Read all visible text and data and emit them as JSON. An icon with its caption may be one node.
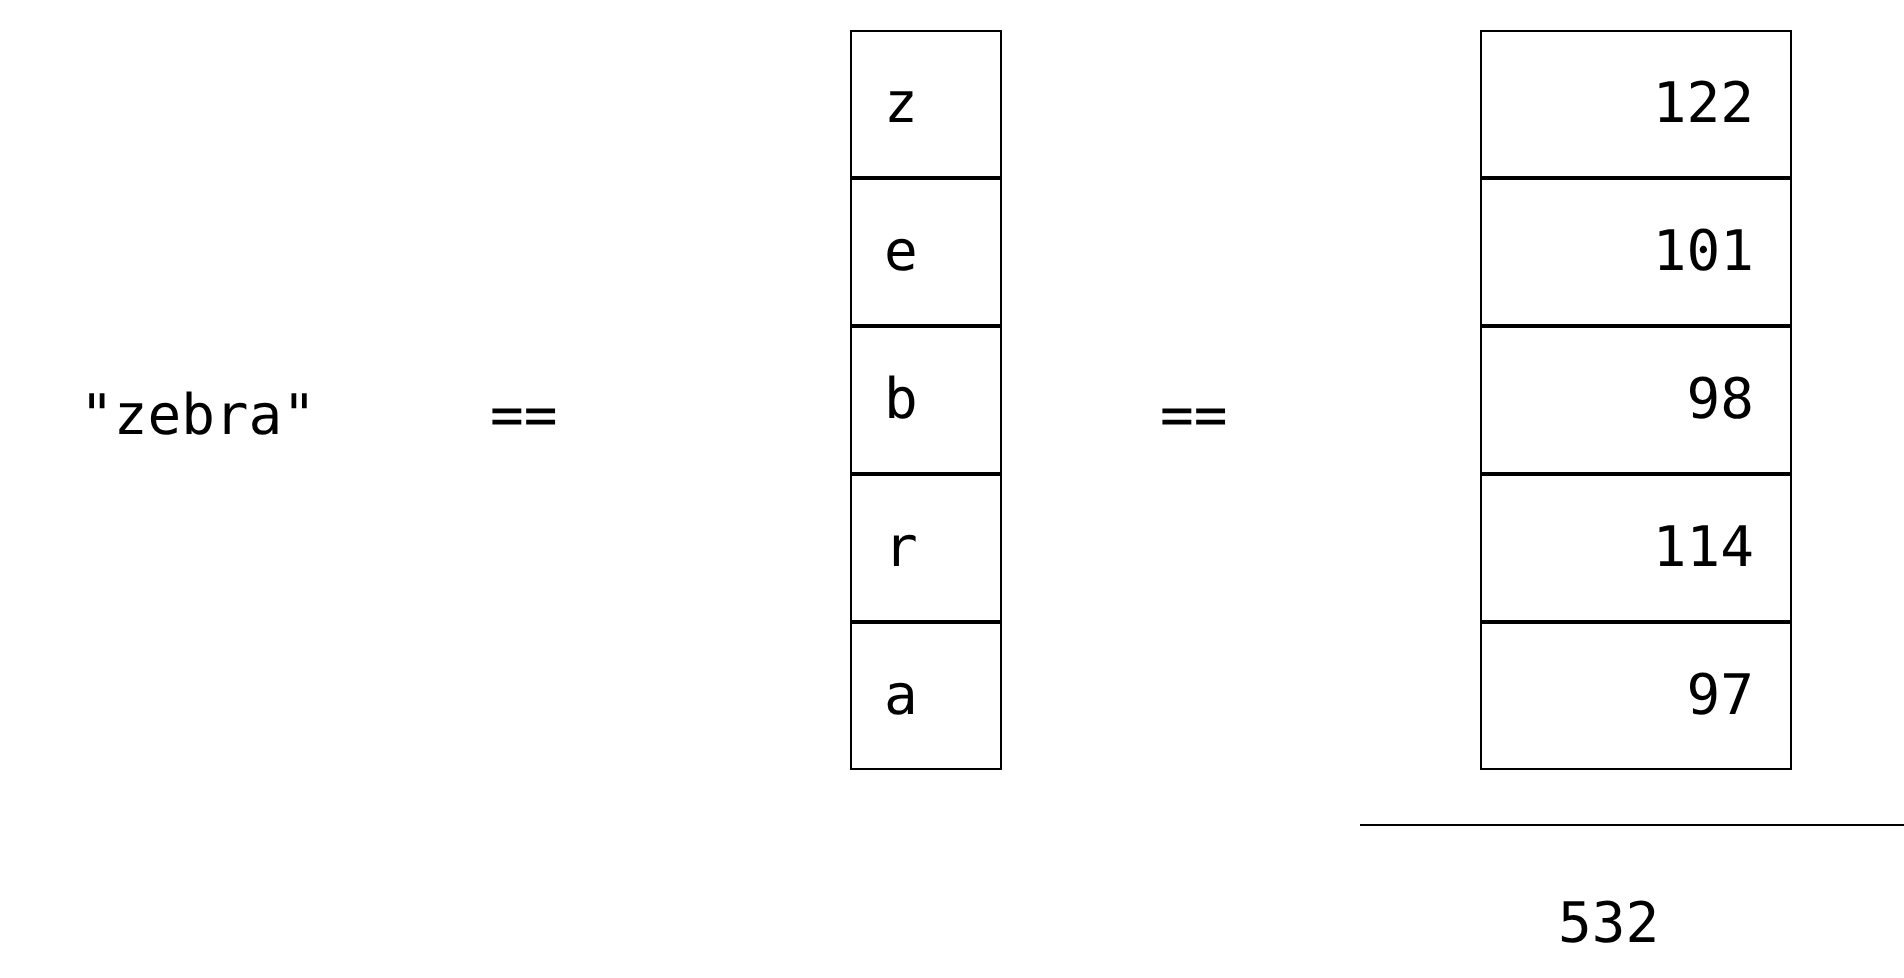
{
  "diagram": {
    "nodes": [
      {
        "text": [
          "z"
        ]
      },
      {
        "text": [
          "e"
        ]
      },
      {
        "text": [
          "b"
        ]
      },
      {
        "text": [
          "r"
        ]
      },
      {
        "text": [
          "a"
        ]
      },
      {
        "text": [
          "122"
        ]
      },
      {
        "text": [
          "101"
        ]
      },
      {
        "text": [
          "98"
        ]
      },
      {
        "text": [
          "114"
        ]
      },
      {
        "text": [
          "97"
        ]
      }
    ],
    "labels": [
      "\"zebra\"",
      "==",
      "==",
      "532"
    ]
  }
}
